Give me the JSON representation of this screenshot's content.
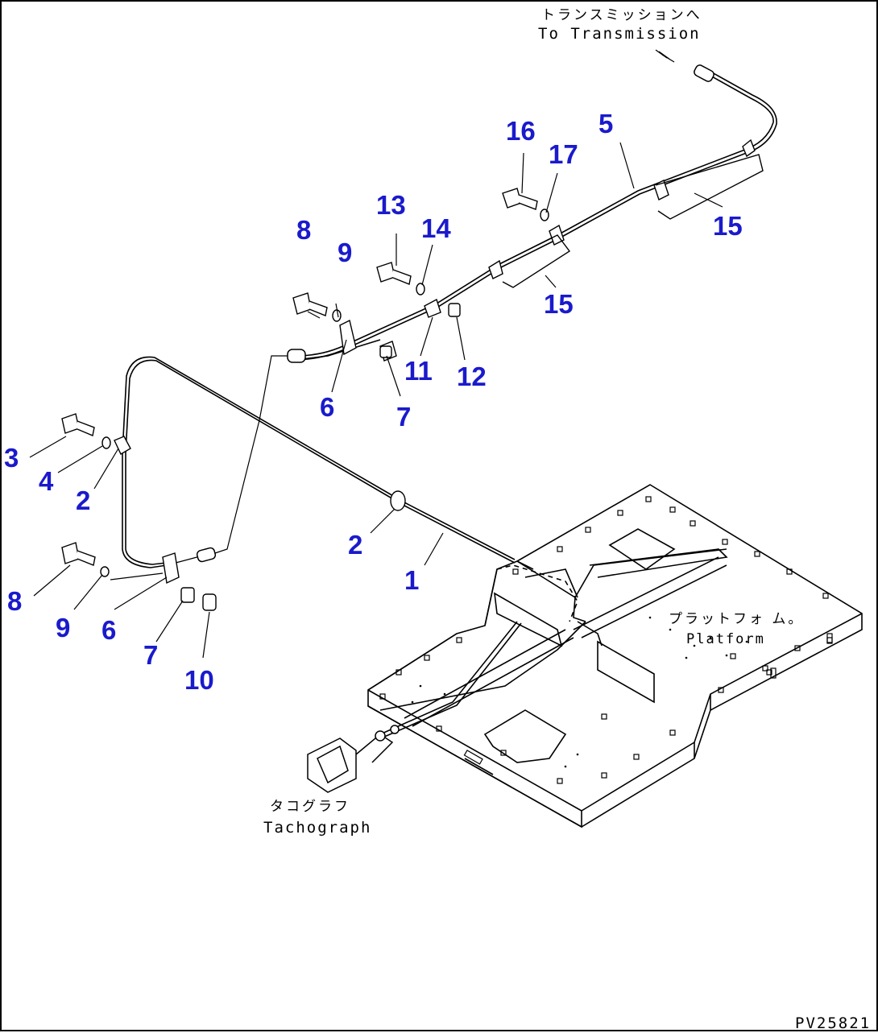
{
  "colors": {
    "callout": "#1a1acc",
    "line": "#000000",
    "background": "#ffffff"
  },
  "labels": {
    "transmission_jp": "トランスミッションへ",
    "transmission_en": "To Transmission",
    "platform_jp": "プラットフォ ム。",
    "platform_en": "Platform",
    "tachograph_jp": "タコグラフ",
    "tachograph_en": "Tachograph",
    "drawing_code": "PV25821"
  },
  "callouts": {
    "c1": "1",
    "c2a": "2",
    "c2b": "2",
    "c3": "3",
    "c4": "4",
    "c5": "5",
    "c6a": "6",
    "c6b": "6",
    "c7a": "7",
    "c7b": "7",
    "c8a": "8",
    "c8b": "8",
    "c9a": "9",
    "c9b": "9",
    "c10": "10",
    "c11": "11",
    "c12": "12",
    "c13": "13",
    "c14": "14",
    "c15a": "15",
    "c15b": "15",
    "c16": "16",
    "c17": "17"
  }
}
